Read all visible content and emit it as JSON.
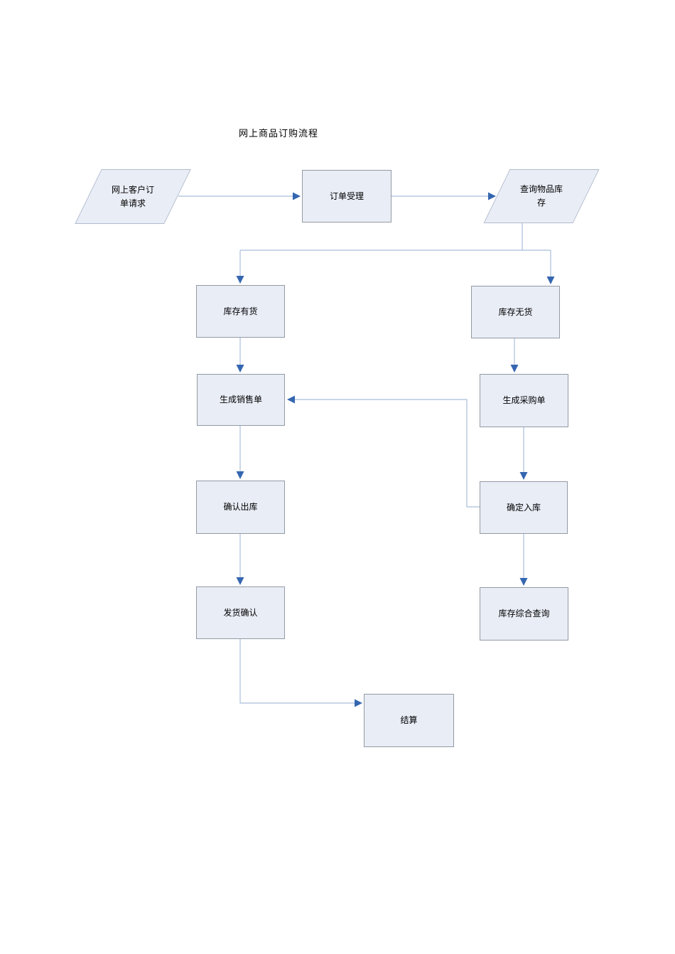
{
  "page": {
    "title": "网上商品订购流程"
  },
  "colors": {
    "node_fill": "#e9edf6",
    "rect_border": "#939aa4",
    "parallelogram_border": "#b3bccd",
    "connector_line": "#a9bedb",
    "arrowhead": "#3566b0",
    "text": "#000000",
    "background": "#ffffff"
  },
  "diagram": {
    "nodes": [
      {
        "id": "online-order-request",
        "shape": "parallelogram",
        "label": "网上客户订单请求"
      },
      {
        "id": "order-acceptance",
        "shape": "rect",
        "label": "订单受理"
      },
      {
        "id": "query-stock",
        "shape": "parallelogram",
        "label": "查询物品库存"
      },
      {
        "id": "in-stock",
        "shape": "rect",
        "label": "库存有货"
      },
      {
        "id": "out-of-stock",
        "shape": "rect",
        "label": "库存无货"
      },
      {
        "id": "create-sales-order",
        "shape": "rect",
        "label": "生成销售单"
      },
      {
        "id": "create-purchase-order",
        "shape": "rect",
        "label": "生成采购单"
      },
      {
        "id": "confirm-outbound",
        "shape": "rect",
        "label": "确认出库"
      },
      {
        "id": "confirm-inbound",
        "shape": "rect",
        "label": "确定入库"
      },
      {
        "id": "shipping-confirmation",
        "shape": "rect",
        "label": "发货确认"
      },
      {
        "id": "stock-summary-query",
        "shape": "rect",
        "label": "库存综合查询"
      },
      {
        "id": "settlement",
        "shape": "rect",
        "label": "结算"
      }
    ],
    "edges": [
      {
        "from": "online-order-request",
        "to": "order-acceptance"
      },
      {
        "from": "order-acceptance",
        "to": "query-stock"
      },
      {
        "from": "query-stock",
        "to": "in-stock"
      },
      {
        "from": "query-stock",
        "to": "out-of-stock"
      },
      {
        "from": "in-stock",
        "to": "create-sales-order"
      },
      {
        "from": "out-of-stock",
        "to": "create-purchase-order"
      },
      {
        "from": "create-sales-order",
        "to": "confirm-outbound"
      },
      {
        "from": "create-purchase-order",
        "to": "confirm-inbound"
      },
      {
        "from": "confirm-inbound",
        "to": "create-sales-order"
      },
      {
        "from": "confirm-outbound",
        "to": "shipping-confirmation"
      },
      {
        "from": "confirm-inbound",
        "to": "stock-summary-query"
      },
      {
        "from": "shipping-confirmation",
        "to": "settlement"
      }
    ]
  }
}
